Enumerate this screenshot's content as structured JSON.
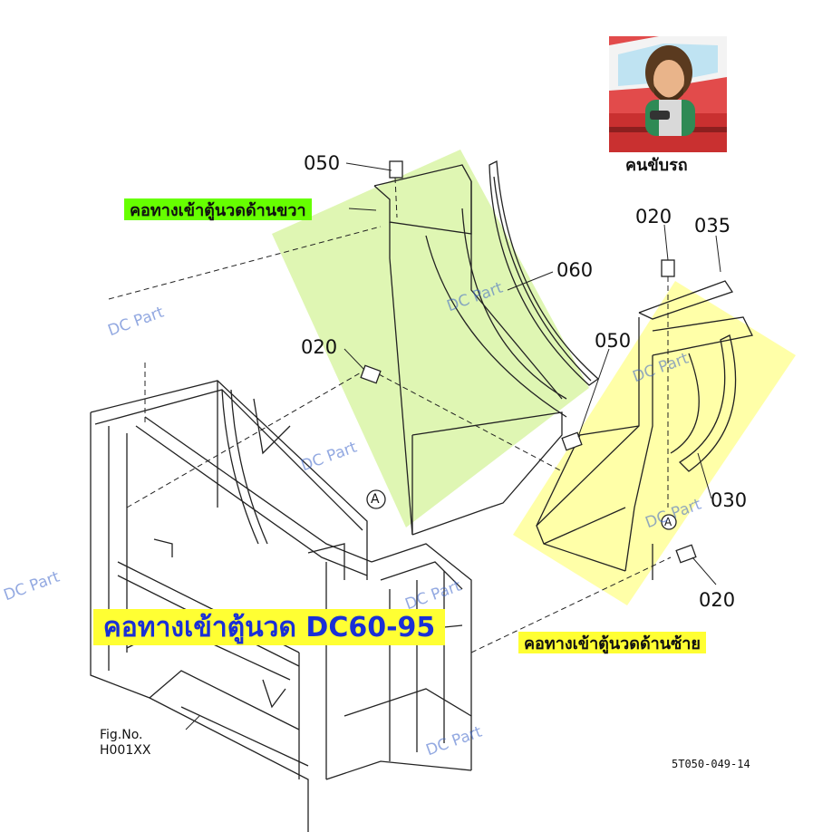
{
  "title": "คอทางเข้าตู้นวด DC60-95",
  "tags": {
    "right_side": "คอทางเข้าตู้นวดด้านขวา",
    "left_side": "คอทางเข้าตู้นวดด้านซ้าย"
  },
  "driver": {
    "caption": "คนขับรถ",
    "icon": "driver-cartoon-icon"
  },
  "part_numbers": {
    "p050_top": "050",
    "p020_left": "020",
    "p060": "060",
    "p020_top_right": "020",
    "p035": "035",
    "p050_right": "050",
    "p030": "030",
    "p020_bottom_right": "020"
  },
  "markers": {
    "marker_a1": "A",
    "marker_a2": "A"
  },
  "figure": {
    "fig_no_label": "Fig.No.",
    "fig_no_value": "H001XX",
    "code": "5T050-049-14"
  },
  "watermark": "DC Part",
  "colors": {
    "highlight_green": "#d9f5a6",
    "highlight_yellow": "#ffff99",
    "title_text": "#1a2fd6",
    "title_bg": "#ffff33",
    "right_tag_bg": "#66ff00",
    "watermark": "#3b63c9"
  }
}
